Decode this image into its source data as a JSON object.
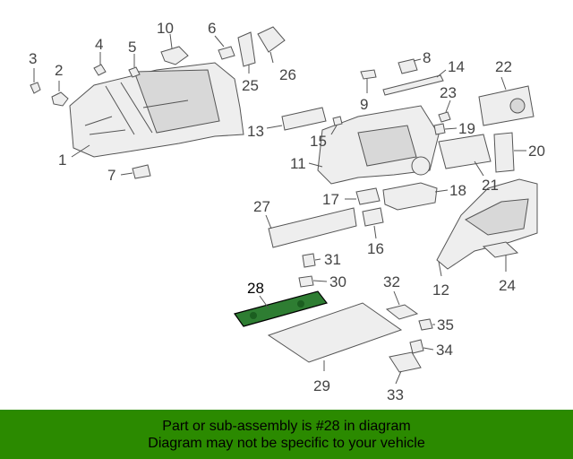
{
  "diagram": {
    "callouts": {
      "c1": "1",
      "c2": "2",
      "c3": "3",
      "c4": "4",
      "c5": "5",
      "c6": "6",
      "c7": "7",
      "c8": "8",
      "c9": "9",
      "c10": "10",
      "c11": "11",
      "c12": "12",
      "c13": "13",
      "c14": "14",
      "c15": "15",
      "c16": "16",
      "c17": "17",
      "c18": "18",
      "c19": "19",
      "c20": "20",
      "c21": "21",
      "c22": "22",
      "c23": "23",
      "c24": "24",
      "c25": "25",
      "c26": "26",
      "c27": "27",
      "c28": "28",
      "c29": "29",
      "c30": "30",
      "c31": "31",
      "c32": "32",
      "c33": "33",
      "c34": "34",
      "c35": "35"
    },
    "highlight_part": "28",
    "highlight_color": "#2e7d32"
  },
  "footer": {
    "line1": "Part or sub-assembly is #28 in diagram",
    "line2": "Diagram may not be specific to your vehicle",
    "background_color": "#2b8a00"
  }
}
